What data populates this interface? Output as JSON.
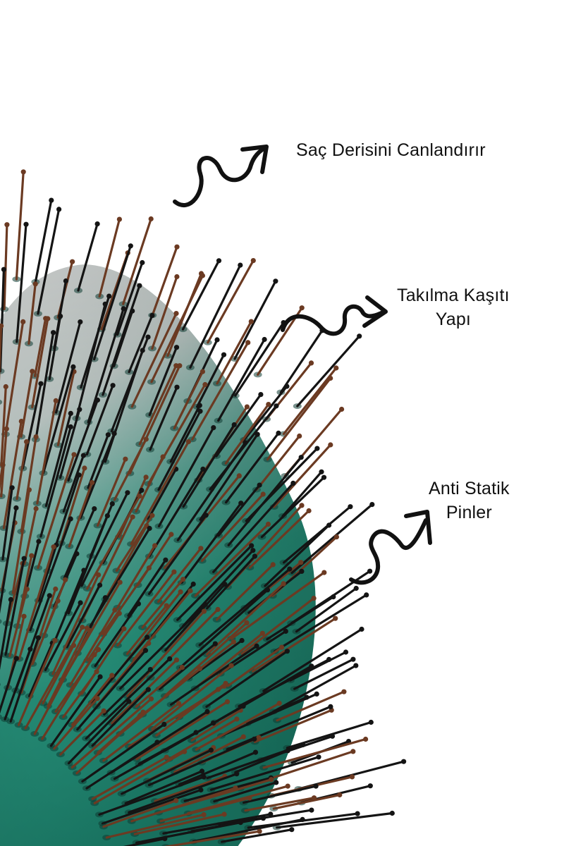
{
  "colors": {
    "background": "#ffffff",
    "brush_pad_top": "#e3e8e6",
    "brush_pad_bottom": "#1f8a74",
    "pin_black": "#141414",
    "pin_brown": "#6b3a22",
    "text": "#111111"
  },
  "features": [
    {
      "lines": [
        "Saç Derisini Canlandırır"
      ]
    },
    {
      "lines": [
        "Takılma Kaşıtı",
        "Yapı"
      ]
    },
    {
      "lines": [
        "Anti Statik",
        "Pinler"
      ]
    }
  ]
}
